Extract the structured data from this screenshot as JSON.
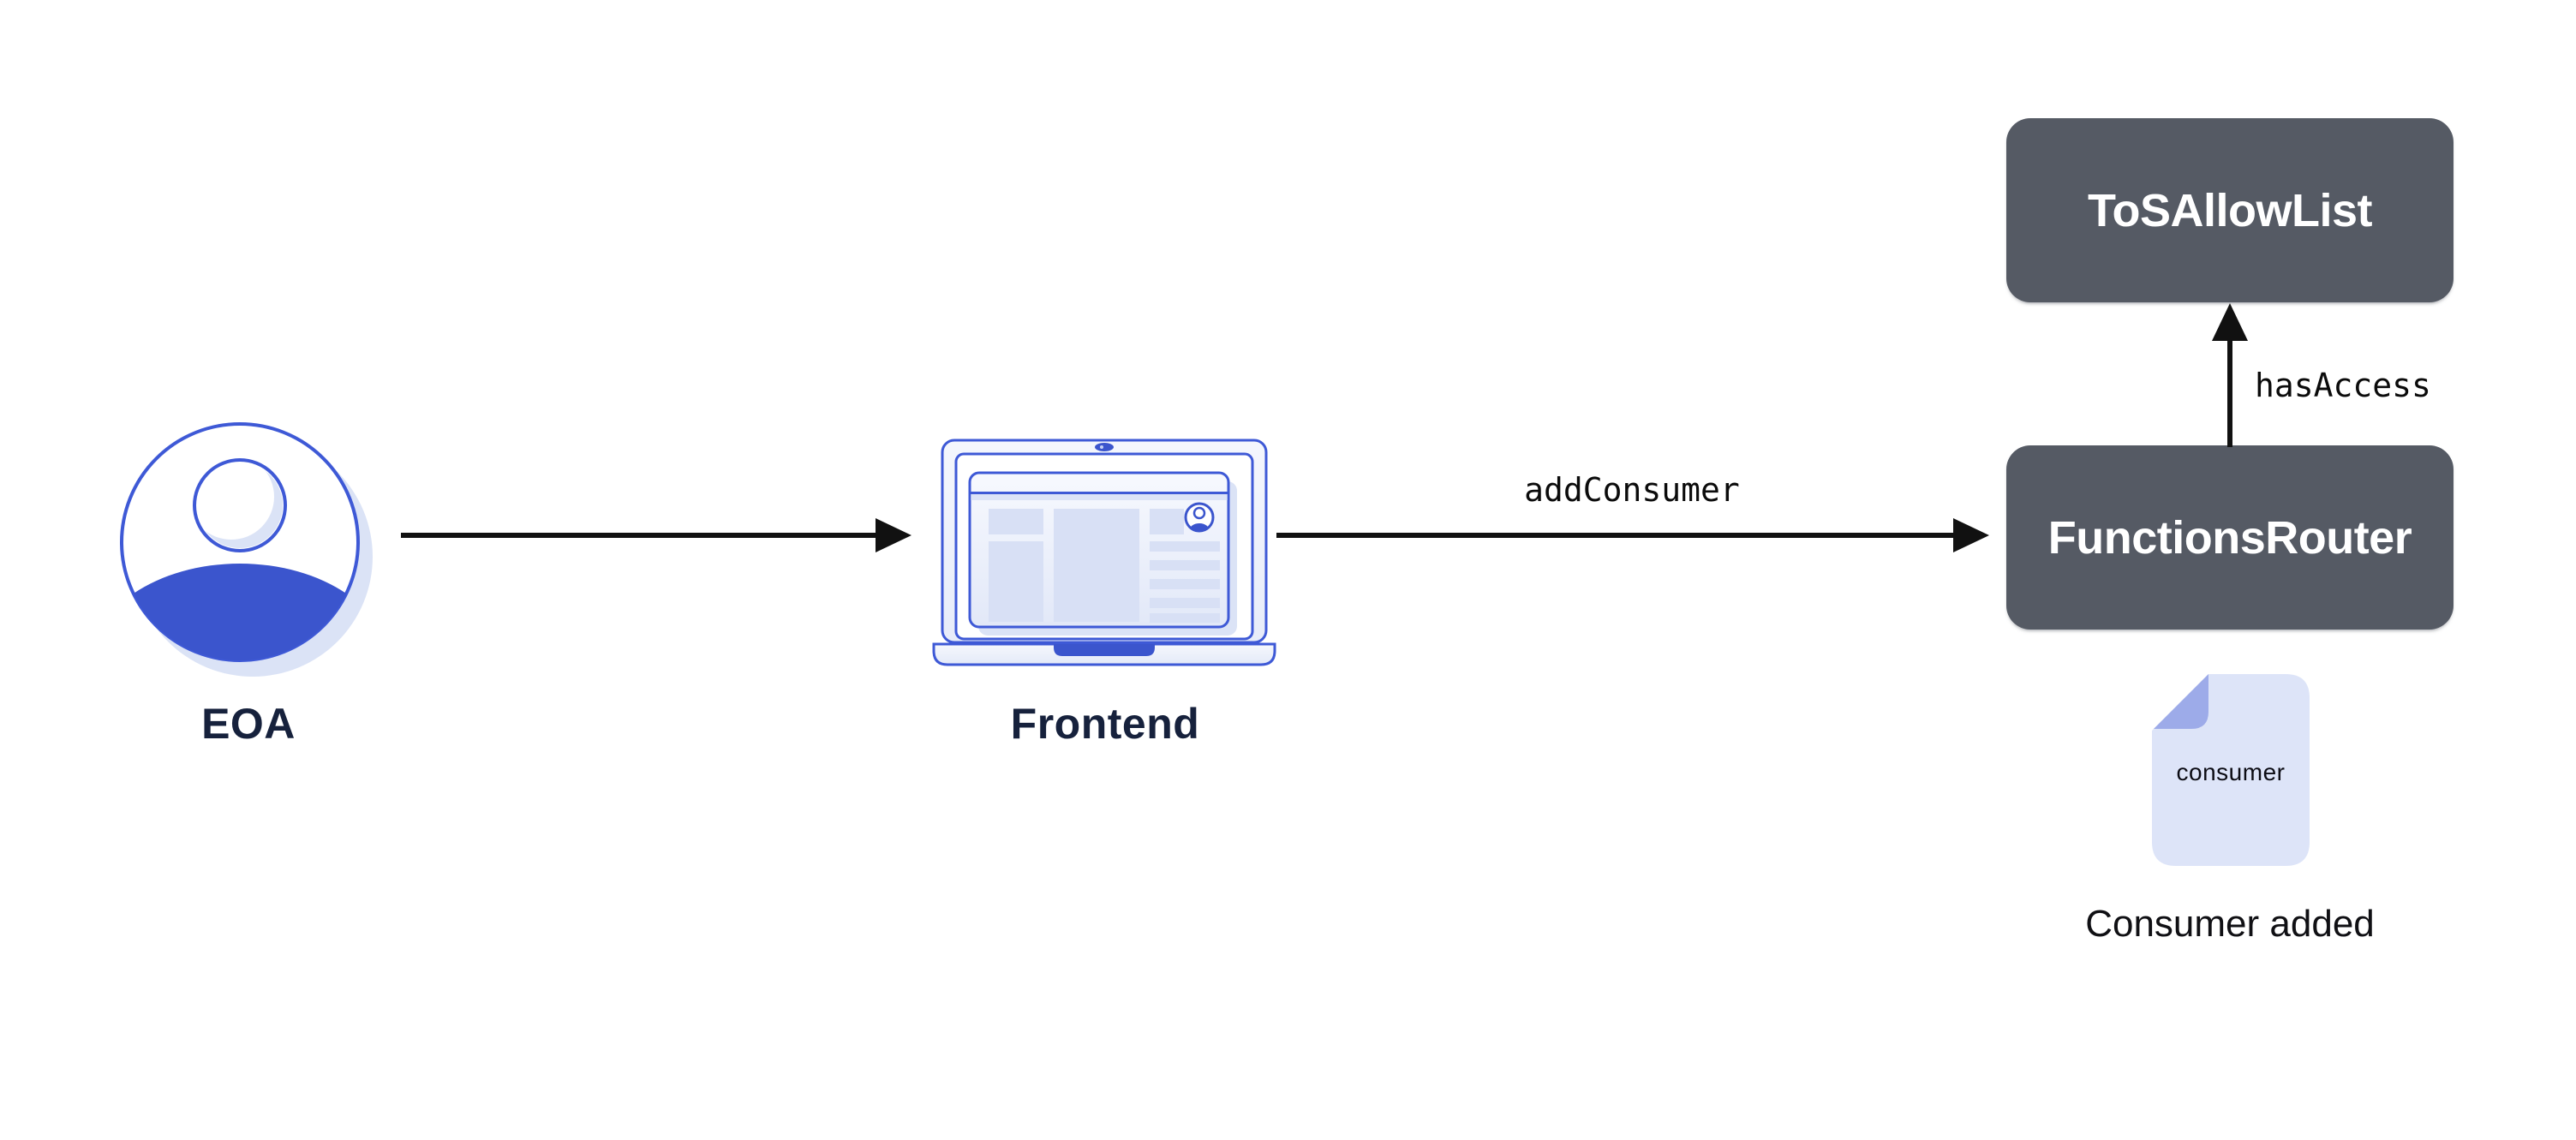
{
  "diagram": {
    "nodes": {
      "eoa": {
        "label": "EOA",
        "icon": "user-avatar-icon"
      },
      "frontend": {
        "label": "Frontend",
        "icon": "laptop-icon"
      },
      "functions_router": {
        "label": "FunctionsRouter"
      },
      "tos_allow_list": {
        "label": "ToSAllowList"
      }
    },
    "edges": {
      "eoa_to_frontend": {
        "from": "EOA",
        "to": "Frontend",
        "label": ""
      },
      "frontend_to_functions_router": {
        "from": "Frontend",
        "to": "FunctionsRouter",
        "label": "addConsumer"
      },
      "functions_router_to_tos_allow_list": {
        "from": "FunctionsRouter",
        "to": "ToSAllowList",
        "label": "hasAccess"
      }
    },
    "artifact": {
      "icon": "document-icon",
      "file_label": "consumer",
      "caption": "Consumer added"
    }
  },
  "colors": {
    "background": "#ffffff",
    "accent_blue_stroke": "#3e59d6",
    "accent_blue_fill": "#3b55cd",
    "lavender_shadow": "#dbe3f6",
    "panel_lavender": "#d8e0f5",
    "document_fill": "#dde4f8",
    "document_fold": "#9dabe9",
    "contract_box": "#555a64",
    "contract_text": "#ffffff",
    "node_label_text": "#16213c",
    "arrow_black": "#111111"
  }
}
